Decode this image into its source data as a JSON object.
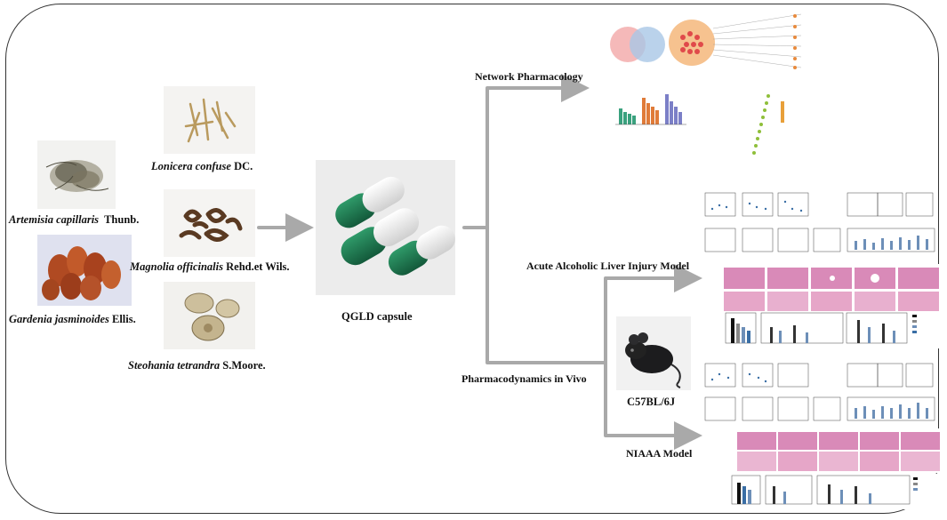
{
  "herbs": {
    "artemisia": {
      "name": "Artemisia capillaris",
      "author": "Thunb."
    },
    "gardenia": {
      "name": "Gardenia jasminoides",
      "author": "Ellis."
    },
    "lonicera": {
      "name": "Lonicera confuse",
      "author": "DC."
    },
    "magnolia": {
      "name": "Magnolia officinalis",
      "author": "Rehd.et Wils."
    },
    "stephania": {
      "name": "Steohania tetrandra",
      "author": "S.Moore."
    }
  },
  "capsule": {
    "label": "QGLD capsule"
  },
  "branches": {
    "network": "Network Pharmacology",
    "pharmacodynamics": "Pharmacodynamics in Vivo",
    "acute": "Acute Alcoholic Liver Injury Model",
    "niaaa": "NIAAA Model"
  },
  "mouse": {
    "label": "C57BL/6J"
  },
  "colors": {
    "arrow": "#a9a9a9",
    "capsule_green": "#1f7a52",
    "he_stain": "#d98ab8",
    "network_node": "#e88a3c",
    "network_core": "#e04a4a"
  }
}
